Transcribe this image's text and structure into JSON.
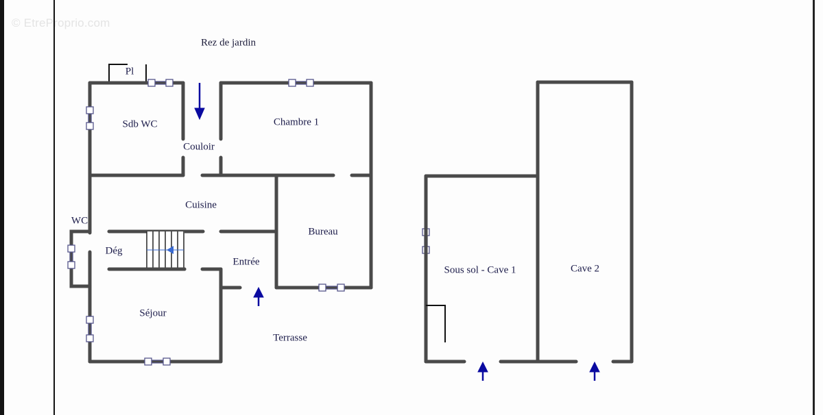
{
  "watermark": "© EtreProprio.com",
  "plan": {
    "title": "Rez de jardin",
    "colors": {
      "wall": "#4a4a4a",
      "wall_edge": "#222222",
      "window": "#4a4a8a",
      "arrow": "#0a0aa0",
      "stair_arrow": "#3a6ad0",
      "label": "#1c1c4a"
    },
    "rooms": {
      "pl": "Pl",
      "sdb_wc": "Sdb WC",
      "couloir": "Couloir",
      "chambre1": "Chambre 1",
      "cuisine": "Cuisine",
      "wc": "WC",
      "deg": "Dég",
      "entree": "Entrée",
      "bureau": "Bureau",
      "sejour": "Séjour",
      "terrasse": "Terrasse",
      "cave1": "Sous sol - Cave 1",
      "cave2": "Cave 2"
    },
    "arrows": [
      {
        "name": "couloir-arrow",
        "direction": "down"
      },
      {
        "name": "entree-arrow",
        "direction": "up"
      },
      {
        "name": "cave1-arrow",
        "direction": "up"
      },
      {
        "name": "cave2-arrow",
        "direction": "up"
      }
    ]
  }
}
